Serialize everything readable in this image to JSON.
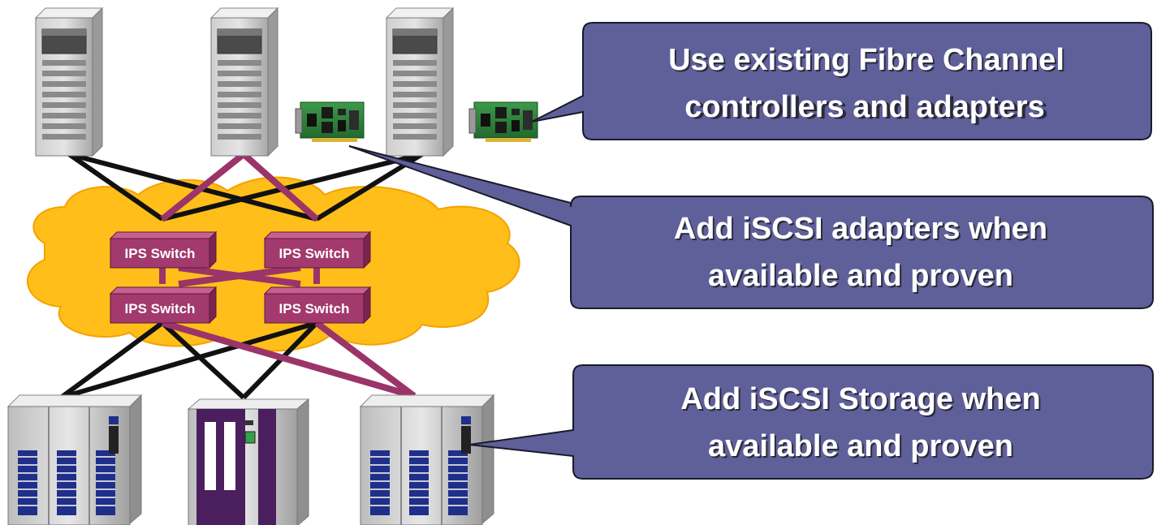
{
  "callouts": [
    {
      "line1": "Use existing Fibre Channel",
      "line2": "controllers and adapters"
    },
    {
      "line1": "Add iSCSI adapters when",
      "line2": "available and proven"
    },
    {
      "line1": "Add iSCSI Storage when",
      "line2": "available and proven"
    }
  ],
  "switches": [
    {
      "label": "IPS Switch"
    },
    {
      "label": "IPS Switch"
    },
    {
      "label": "IPS Switch"
    },
    {
      "label": "IPS Switch"
    }
  ],
  "colors": {
    "callout_fill": "#5f5f9a",
    "callout_stroke": "#1a1a2a",
    "switch_fill": "#a33a6e",
    "fc_link": "#111111",
    "iscsi_link": "#9b3469",
    "cloud": "#ffbe1a"
  }
}
